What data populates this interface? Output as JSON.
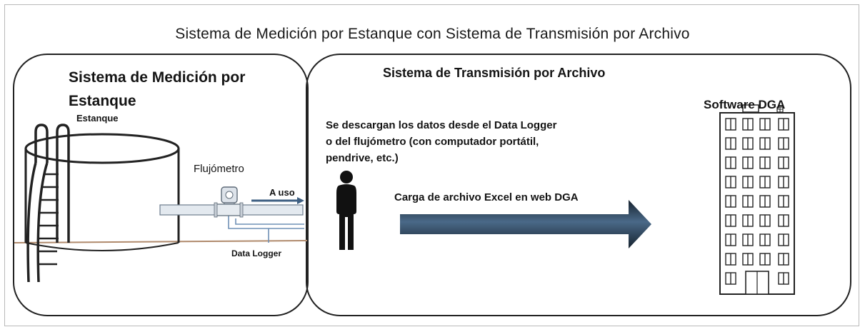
{
  "title": "Sistema de Medición por Estanque con Sistema de Transmisión por Archivo",
  "left_panel": {
    "heading": "Sistema de Medición por Estanque",
    "tank_label": "Estanque",
    "meter_label": "Flujómetro",
    "flow_label": "A uso",
    "logger_label": "Data Logger"
  },
  "right_panel": {
    "heading": "Sistema de Transmisión por Archivo",
    "description": "Se descargan los datos desde el Data Logger o del flujómetro (con computador portátil, pendrive, etc.)",
    "arrow_label": "Carga de archivo Excel en web DGA",
    "building_label": "Software DGA"
  },
  "colors": {
    "outline": "#222222",
    "pipe_fill": "#e3e9ef",
    "cable": "#6f90b5",
    "arrow_dark": "#16222e",
    "arrow_light": "#4a6988",
    "ground": "#b08a6c"
  },
  "icons": [
    "water-tank-icon",
    "ladder-icon",
    "flow-meter-icon",
    "person-icon",
    "building-icon"
  ]
}
